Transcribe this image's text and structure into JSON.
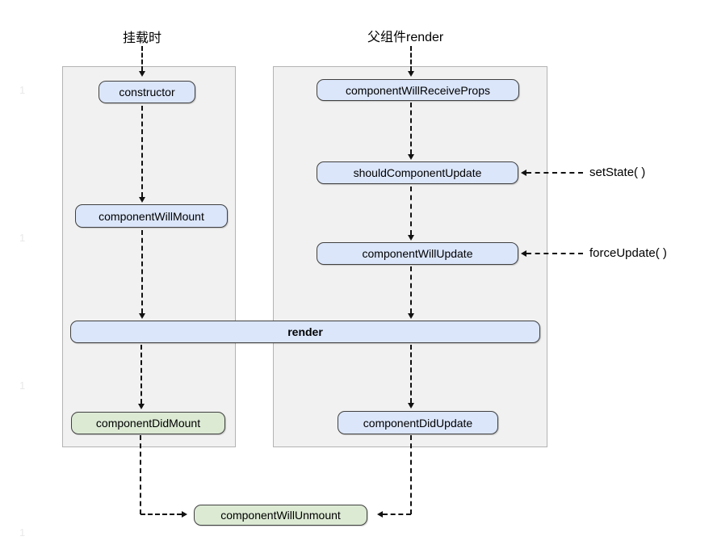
{
  "headers": {
    "mount": "挂载时",
    "parent_render": "父组件render"
  },
  "nodes": {
    "constructor": "constructor",
    "component_will_mount": "componentWillMount",
    "component_did_mount": "componentDidMount",
    "component_will_receive_props": "componentWillReceiveProps",
    "should_component_update": "shouldComponentUpdate",
    "component_will_update": "componentWillUpdate",
    "component_did_update": "componentDidUpdate",
    "render": "render",
    "component_will_unmount": "componentWillUnmount"
  },
  "annotations": {
    "set_state": "setState( )",
    "force_update": "forceUpdate( )"
  },
  "artifacts": {
    "margin_mark": "1"
  },
  "colors": {
    "node_blue": "#dbe6fa",
    "node_green": "#dcead4",
    "panel_bg": "#f1f1f1",
    "panel_border": "#b3b3b3",
    "node_border": "#404040",
    "arrow": "#111111"
  }
}
